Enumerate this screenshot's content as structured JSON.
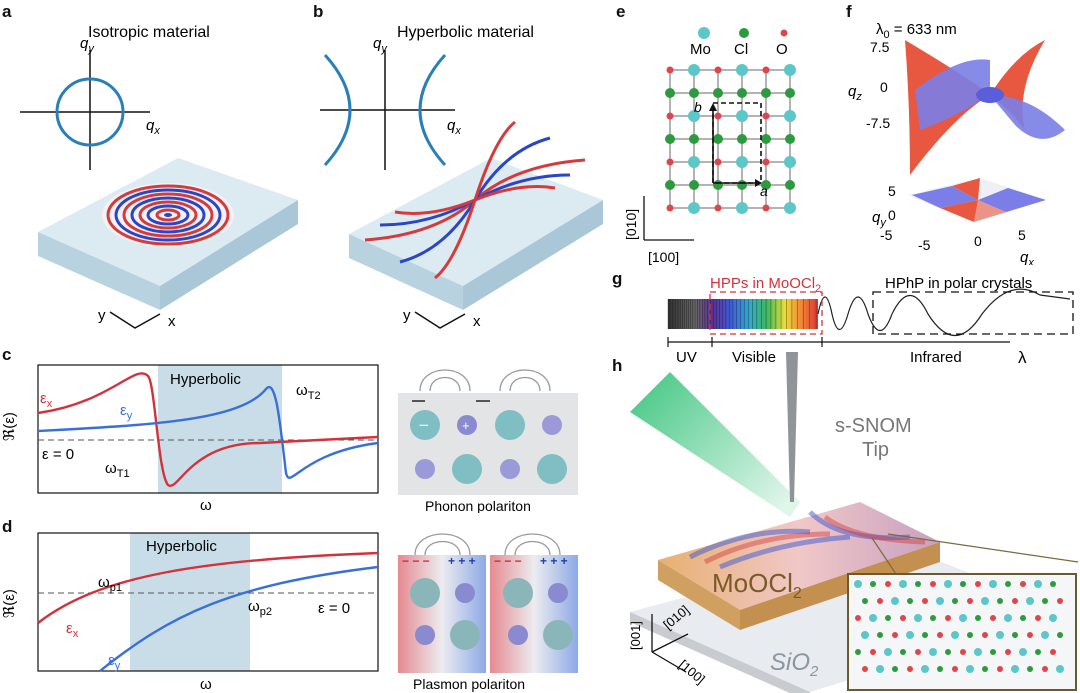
{
  "panels": {
    "a": {
      "letter": "a",
      "title": "Isotropic material",
      "qx": "q",
      "qx_sub": "x",
      "qy": "q",
      "qy_sub": "y",
      "ax_y": "y",
      "ax_x": "x"
    },
    "b": {
      "letter": "b",
      "title": "Hyperbolic material",
      "qx": "q",
      "qx_sub": "x",
      "qy": "q",
      "qy_sub": "y",
      "ax_y": "y",
      "ax_x": "x"
    },
    "c": {
      "letter": "c",
      "region": "Hyperbolic",
      "ylabel": "ℜ(ε)",
      "xlabel": "ω",
      "eps_x": "ε",
      "eps_x_sub": "x",
      "eps_y": "ε",
      "eps_y_sub": "y",
      "omega_t1": "ω",
      "omega_t1_sub": "T1",
      "omega_t2": "ω",
      "omega_t2_sub": "T2",
      "zero": "ε = 0",
      "caption": "Phonon polariton",
      "minus": "−",
      "plus": "+"
    },
    "d": {
      "letter": "d",
      "region": "Hyperbolic",
      "ylabel": "ℜ(ε)",
      "xlabel": "ω",
      "eps_x": "ε",
      "eps_x_sub": "x",
      "eps_y": "ε",
      "eps_y_sub": "y",
      "omega_p1": "ω",
      "omega_p1_sub": "p1",
      "omega_p2": "ω",
      "omega_p2_sub": "p2",
      "zero": "ε = 0",
      "caption": "Plasmon polariton",
      "charges_neg": "− − −",
      "charges_pos": "+ + +"
    },
    "e": {
      "letter": "e",
      "atoms": [
        "Mo",
        "Cl",
        "O"
      ],
      "vec_a": "a",
      "vec_b": "b",
      "dir_010": "[010]",
      "dir_100": "[100]"
    },
    "f": {
      "letter": "f",
      "lambda_label": "λ",
      "lambda_sub": "0",
      "lambda_value": " = 633 nm",
      "qz": "q",
      "qz_sub": "z",
      "qy": "q",
      "qy_sub": "y",
      "qx": "q",
      "qx_sub": "x",
      "z_ticks": [
        "7.5",
        "0",
        "-7.5"
      ],
      "y_ticks": [
        "5",
        "0",
        "-5"
      ],
      "x_ticks": [
        "-5",
        "0",
        "5"
      ]
    },
    "g": {
      "letter": "g",
      "hpp": "HPPs in MoOCl",
      "hpp_sub": "2",
      "hphp": "HPhP in polar crystals",
      "uv": "UV",
      "visible": "Visible",
      "infrared": "Infrared",
      "lambda": "λ"
    },
    "h": {
      "letter": "h",
      "tip_line1": "s-SNOM",
      "tip_line2": "Tip",
      "material": "MoOCl",
      "material_sub": "2",
      "substrate": "SiO",
      "substrate_sub": "2",
      "dir_001": "[001]",
      "dir_010": "[010]",
      "dir_100": "[100]"
    }
  },
  "colors": {
    "red": "#d2323c",
    "blue": "#3a6fd8",
    "teal": "#2a7fb8",
    "shade": "#c9dde8",
    "mo": "#5cc6c9",
    "cl": "#2e9a3e",
    "o": "#e0454a"
  }
}
